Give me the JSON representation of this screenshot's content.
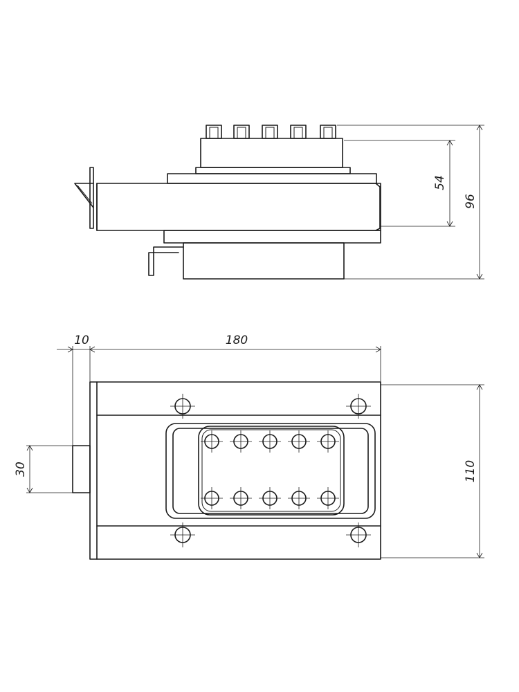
{
  "drawing": {
    "side_view": {
      "dimensions": [
        {
          "value": "54"
        },
        {
          "value": "96"
        }
      ]
    },
    "top_view": {
      "dimensions": [
        {
          "value": "10"
        },
        {
          "value": "180"
        },
        {
          "value": "30"
        },
        {
          "value": "110"
        }
      ]
    }
  }
}
